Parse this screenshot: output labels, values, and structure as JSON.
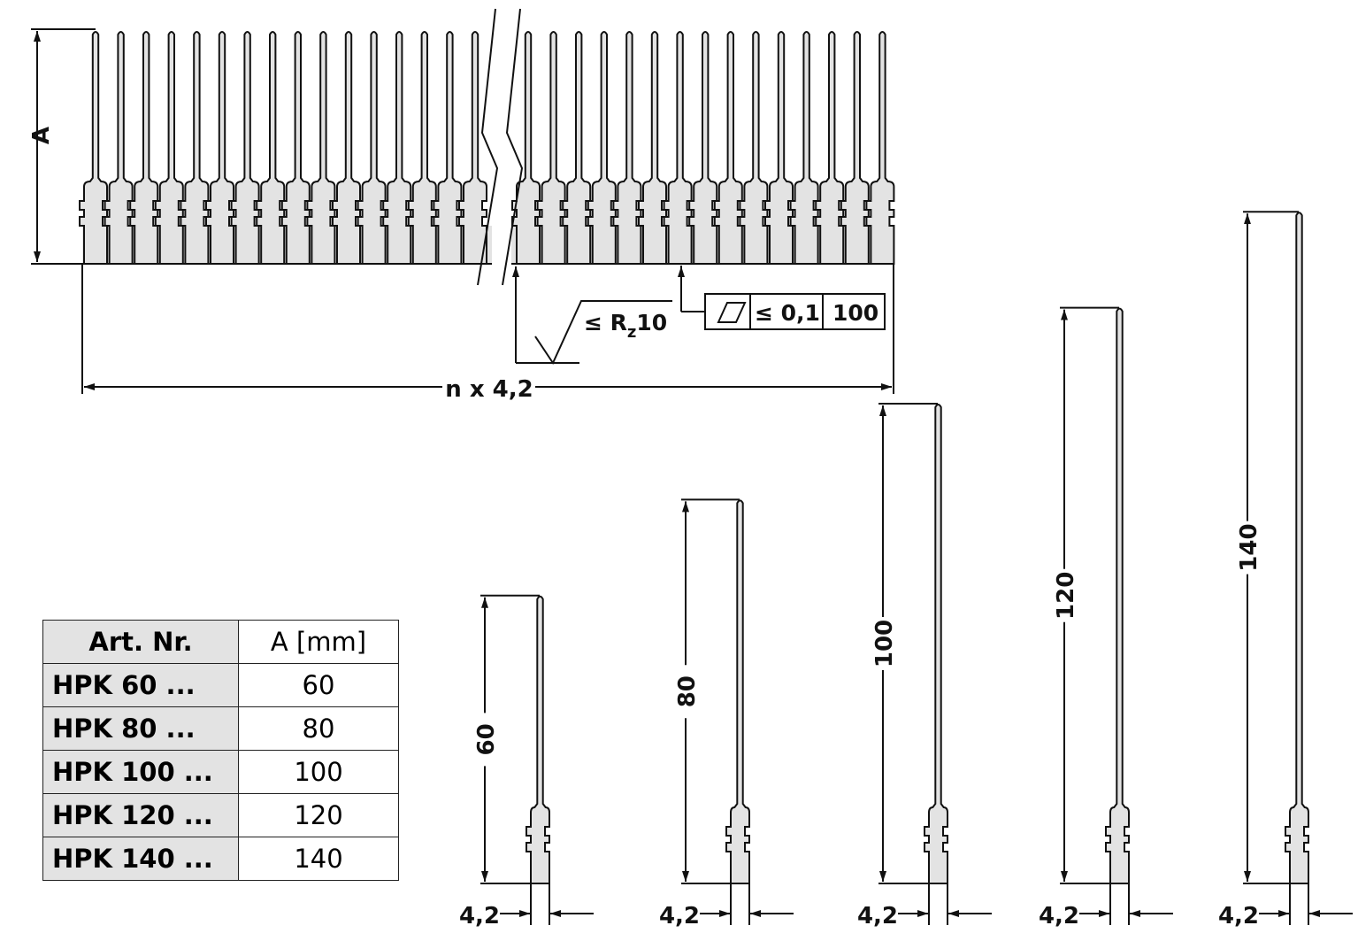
{
  "drawing": {
    "height_label": "A",
    "width_label": "n x 4,2",
    "roughness_prefix": "≤ R",
    "roughness_sub": "z",
    "roughness_value": "10",
    "flatness_tolerance": "≤ 0,1",
    "flatness_length": "100",
    "fill_color": "#e3e3e3"
  },
  "profiles": [
    {
      "height": 60,
      "label": "60",
      "pitch_label": "4,2"
    },
    {
      "height": 80,
      "label": "80",
      "pitch_label": "4,2"
    },
    {
      "height": 100,
      "label": "100",
      "pitch_label": "4,2"
    },
    {
      "height": 120,
      "label": "120",
      "pitch_label": "4,2"
    },
    {
      "height": 140,
      "label": "140",
      "pitch_label": "4,2"
    }
  ],
  "table": {
    "headers": [
      "Art. Nr.",
      "A [mm]"
    ],
    "rows": [
      [
        "HPK 60 ...",
        "60"
      ],
      [
        "HPK 80 ...",
        "80"
      ],
      [
        "HPK 100 ...",
        "100"
      ],
      [
        "HPK 120 ...",
        "120"
      ],
      [
        "HPK 140 ...",
        "140"
      ]
    ]
  }
}
